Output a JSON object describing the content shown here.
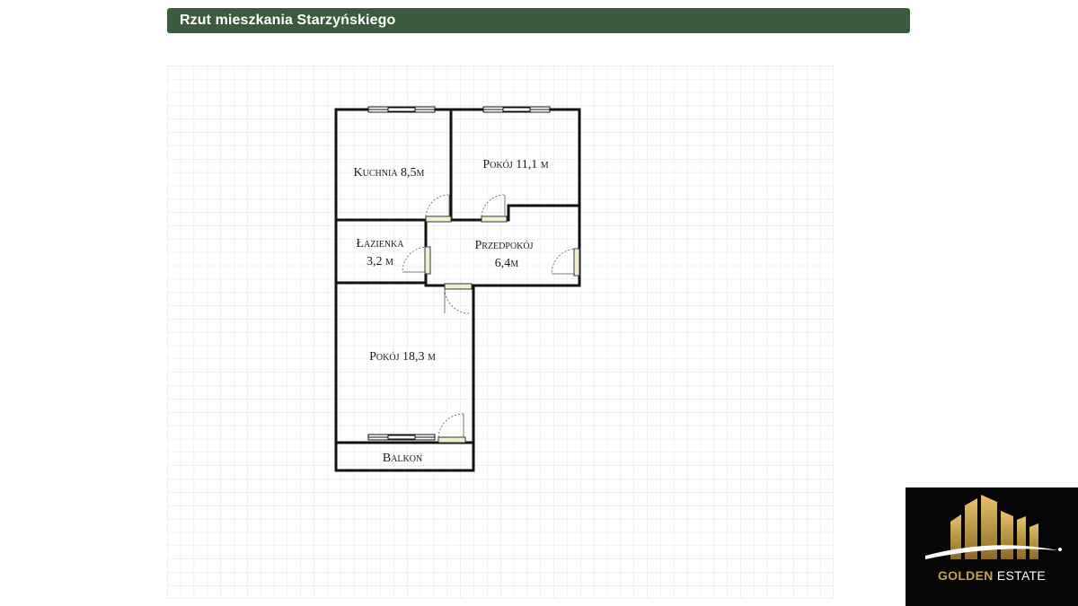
{
  "header": {
    "title": "Rzut mieszkania Starzyńskiego"
  },
  "plan": {
    "rooms": {
      "kuchnia": {
        "name": "Kuchnia",
        "area": "8,5m"
      },
      "pokoj_a": {
        "name": "Pokój",
        "area": "11,1 m"
      },
      "lazienka": {
        "name": "Łazienka",
        "area": "3,2 m"
      },
      "przedpokoj": {
        "name": "Przedpokój",
        "area": "6,4m"
      },
      "pokoj_b": {
        "name": "Pokój",
        "area": "18,3 m"
      },
      "balkon": {
        "name": "Balkon"
      }
    }
  },
  "logo": {
    "brand_word_1": "GOLDEN",
    "brand_word_2": "ESTATE",
    "colors": {
      "gold": "#c9a24a",
      "background": "#050505"
    }
  },
  "colors": {
    "header_bg": "#3d5a3d",
    "wall": "#111111",
    "grid": "#e4e4e4"
  }
}
